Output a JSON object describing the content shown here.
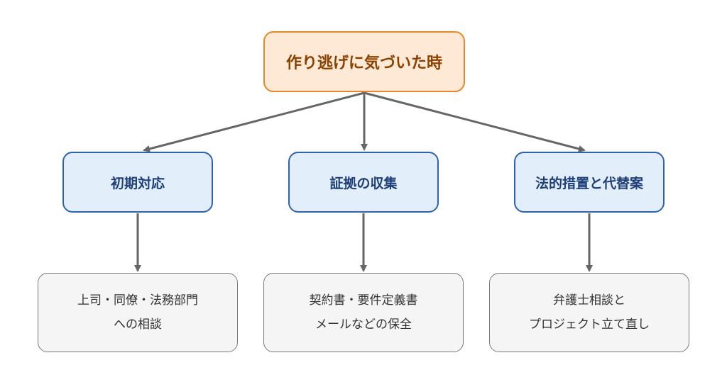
{
  "root": {
    "label": "作り逃げに気づいた時"
  },
  "categories": [
    {
      "label": "初期対応"
    },
    {
      "label": "証拠の収集"
    },
    {
      "label": "法的措置と代替案"
    }
  ],
  "details": [
    {
      "lines": [
        "上司・同僚・法務部門",
        "への相談"
      ]
    },
    {
      "lines": [
        "契約書・要件定義書",
        "メールなどの保全"
      ]
    },
    {
      "lines": [
        "弁護士相談と",
        "プロジェクト立て直し"
      ]
    }
  ],
  "colors": {
    "root_fill": "#fde9d6",
    "root_border": "#e8882a",
    "category_fill": "#e3eefb",
    "category_border": "#2f63ad",
    "detail_fill": "#f5f5f5",
    "detail_border": "#7a7a7a",
    "arrow": "#666666"
  }
}
